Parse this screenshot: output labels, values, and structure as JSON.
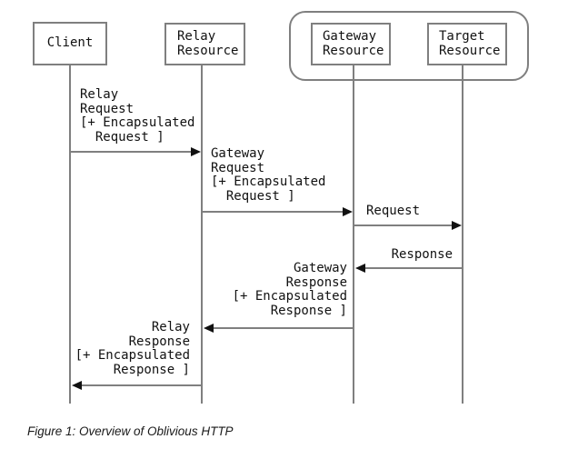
{
  "figure": {
    "caption": "Figure 1: Overview of Oblivious HTTP",
    "actors": {
      "client": "Client",
      "relay": "Relay\nResource",
      "gateway": "Gateway\nResource",
      "target": "Target\nResource"
    },
    "messages": {
      "relay_request": "Relay\nRequest\n[+ Encapsulated\n  Request ]",
      "gateway_request": "Gateway\nRequest\n[+ Encapsulated\n  Request ]",
      "request": "Request",
      "response": "Response",
      "gateway_response": "Gateway\nResponse\n[+ Encapsulated\nResponse ]",
      "relay_response": "Relay\nResponse\n[+ Encapsulated\nResponse ]"
    },
    "sequence": [
      {
        "from": "Client",
        "to": "Relay Resource",
        "label": "Relay Request [+ Encapsulated Request ]",
        "direction": "right"
      },
      {
        "from": "Relay Resource",
        "to": "Gateway Resource",
        "label": "Gateway Request [+ Encapsulated Request ]",
        "direction": "right"
      },
      {
        "from": "Gateway Resource",
        "to": "Target Resource",
        "label": "Request",
        "direction": "right"
      },
      {
        "from": "Target Resource",
        "to": "Gateway Resource",
        "label": "Response",
        "direction": "left"
      },
      {
        "from": "Gateway Resource",
        "to": "Relay Resource",
        "label": "Gateway Response [+ Encapsulated Response ]",
        "direction": "left"
      },
      {
        "from": "Relay Resource",
        "to": "Client",
        "label": "Relay Response [+ Encapsulated Response ]",
        "direction": "left"
      }
    ],
    "colors": {
      "line": "#7f7f7f",
      "arrowhead": "#111111",
      "text": "#111111",
      "background": "#ffffff"
    }
  }
}
